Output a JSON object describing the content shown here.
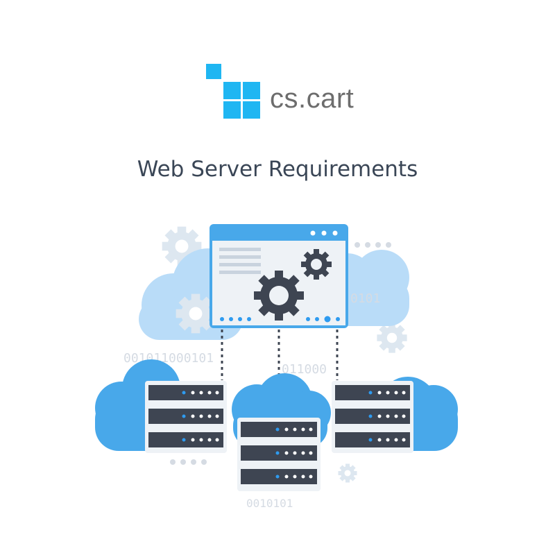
{
  "brand": {
    "name": "cs.cart",
    "accent": "#1fb6f2"
  },
  "headline": "Web Server Requirements",
  "illustration": {
    "binary_left": "001011000101",
    "binary_center": "011000",
    "binary_right": "0101",
    "binary_bottom": "0010101"
  },
  "colors": {
    "cloud": "#48a8ea",
    "cloud_light": "#d4ecfc",
    "server": "#3e4552",
    "server_face": "#eef2f6",
    "gear_dark": "#3e4552",
    "gear_light": "#dde7f0",
    "dot_blue": "#2e9bf0"
  }
}
